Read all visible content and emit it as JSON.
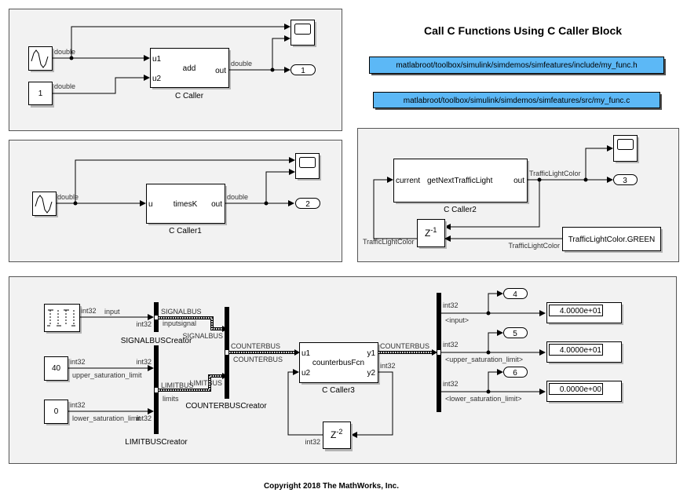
{
  "title": "Call C Functions Using C Caller Block",
  "copyright": "Copyright 2018 The MathWorks, Inc.",
  "links": [
    "matlabroot/toolbox/simulink/simdemos/simfeatures/include/my_func.h",
    "matlabroot/toolbox/simulink/simdemos/simfeatures/src/my_func.c"
  ],
  "area1": {
    "sine_label": "double",
    "const_value": "1",
    "const_label": "double",
    "caller": {
      "name": "C Caller",
      "func": "add",
      "in1": "u1",
      "in2": "u2",
      "out": "out"
    },
    "out_label": "double",
    "outport": "1"
  },
  "area2": {
    "sine_label": "double",
    "caller": {
      "name": "C Caller1",
      "func": "timesK",
      "in1": "u",
      "out": "out"
    },
    "out_label": "double",
    "outport": "2"
  },
  "area3": {
    "caller": {
      "name": "C Caller2",
      "func": "getNextTrafficLight",
      "in1": "current",
      "out": "out"
    },
    "out_label": "TrafficLightColor",
    "delay_base": "Z",
    "delay_exp": "-1",
    "delay_label": "TrafficLightColor",
    "const_value": "TrafficLightColor.GREEN",
    "const_label": "TrafficLightColor",
    "outport": "3"
  },
  "area4": {
    "pulse_type": "int32",
    "pulse_signal": "input",
    "const40": "40",
    "const40_type": "int32",
    "const40_signal": "upper_saturation_limit",
    "const0": "0",
    "const0_type": "int32",
    "const0_signal": "lower_saturation_limit",
    "sigbus_in_type": "int32",
    "lim_in_type1": "int32",
    "lim_in_type2": "int32",
    "signalbus_creator": "SIGNALBUSCreator",
    "signalbus_label": "SIGNALBUS",
    "signalbus_sig": "inputsignal",
    "signalbus_in": "SIGNALBUS",
    "limitbus_creator": "LIMITBUSCreator",
    "limitbus_label": "LIMITBUS",
    "limitbus_sig": "limits",
    "limitbus_in": "LIMITBUS",
    "counterbus_creator": "COUNTERBUSCreator",
    "counterbus_out": "COUNTERBUS",
    "counterbus_sig": "COUNTERBUS",
    "caller": {
      "name": "C Caller3",
      "func": "counterbusFcn",
      "in1": "u1",
      "in2": "u2",
      "out1": "y1",
      "out2": "y2"
    },
    "y1_label": "COUNTERBUS",
    "y2_label": "int32",
    "delay_base": "Z",
    "delay_exp": "-2",
    "delay_label": "int32",
    "selector_types": [
      "int32",
      "int32",
      "int32"
    ],
    "selector_signals": [
      "<input>",
      "<upper_saturation_limit>",
      "<lower_saturation_limit>"
    ],
    "outports": [
      "4",
      "5",
      "6"
    ],
    "displays": [
      "4.0000e+01",
      "4.0000e+01",
      "0.0000e+00"
    ]
  }
}
